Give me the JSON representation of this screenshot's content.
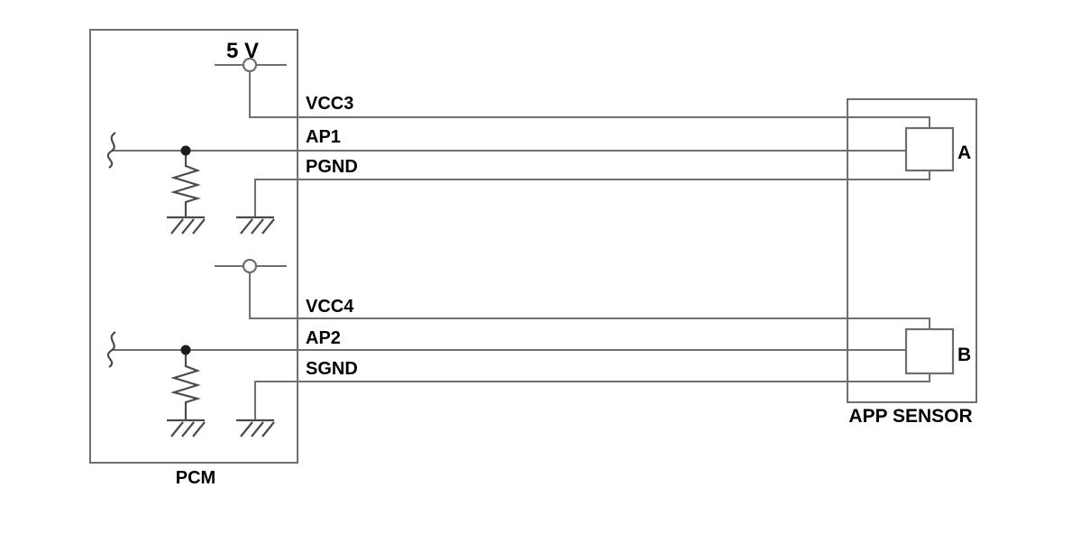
{
  "diagram": {
    "type": "wiring-diagram",
    "left_module": {
      "name": "PCM",
      "supply_label": "5 V"
    },
    "right_module": {
      "name": "APP SENSOR",
      "blocks": [
        {
          "label": "A"
        },
        {
          "label": "B"
        }
      ]
    },
    "wires": [
      {
        "label": "VCC3"
      },
      {
        "label": "AP1"
      },
      {
        "label": "PGND"
      },
      {
        "label": "VCC4"
      },
      {
        "label": "AP2"
      },
      {
        "label": "SGND"
      }
    ],
    "colors": {
      "wire": "#6f6f6f",
      "component": "#4a4a4a",
      "junction": "#1c1c1c",
      "text": "#000000",
      "background": "#ffffff"
    }
  }
}
